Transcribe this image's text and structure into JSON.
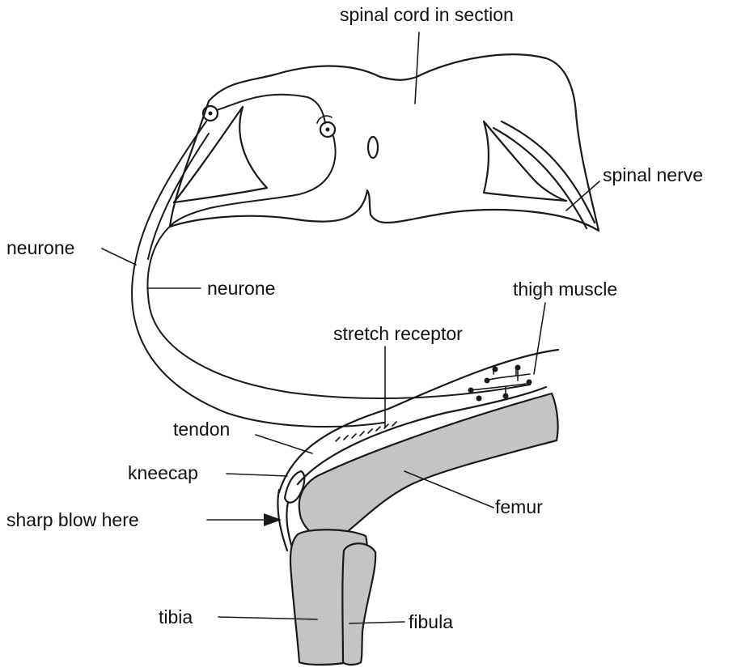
{
  "labels": {
    "spinal_cord": "spinal cord in section",
    "spinal_nerve": "spinal nerve",
    "neurone_outer": "neurone",
    "neurone_inner": "neurone",
    "thigh_muscle": "thigh muscle",
    "stretch_receptor": "stretch receptor",
    "tendon": "tendon",
    "kneecap": "kneecap",
    "sharp_blow": "sharp blow here",
    "femur": "femur",
    "tibia": "tibia",
    "fibula": "fibula"
  },
  "colors": {
    "bone_fill": "#c4c4c4",
    "line": "#1a1a1a"
  }
}
